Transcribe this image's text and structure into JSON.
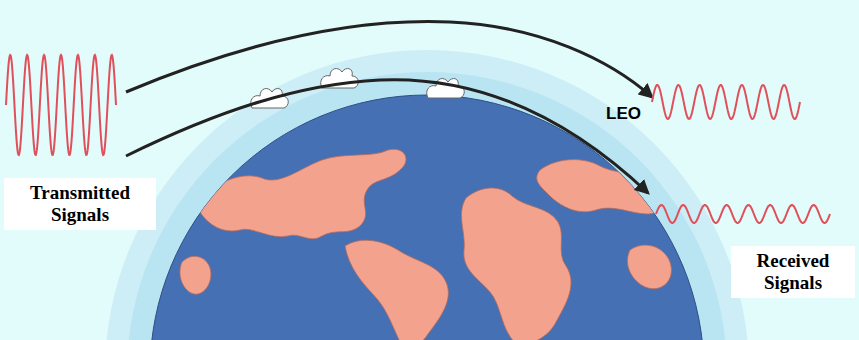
{
  "diagram": {
    "labels": [
      "Transmitted Signals",
      "LEO",
      "Received Signals"
    ]
  }
}
